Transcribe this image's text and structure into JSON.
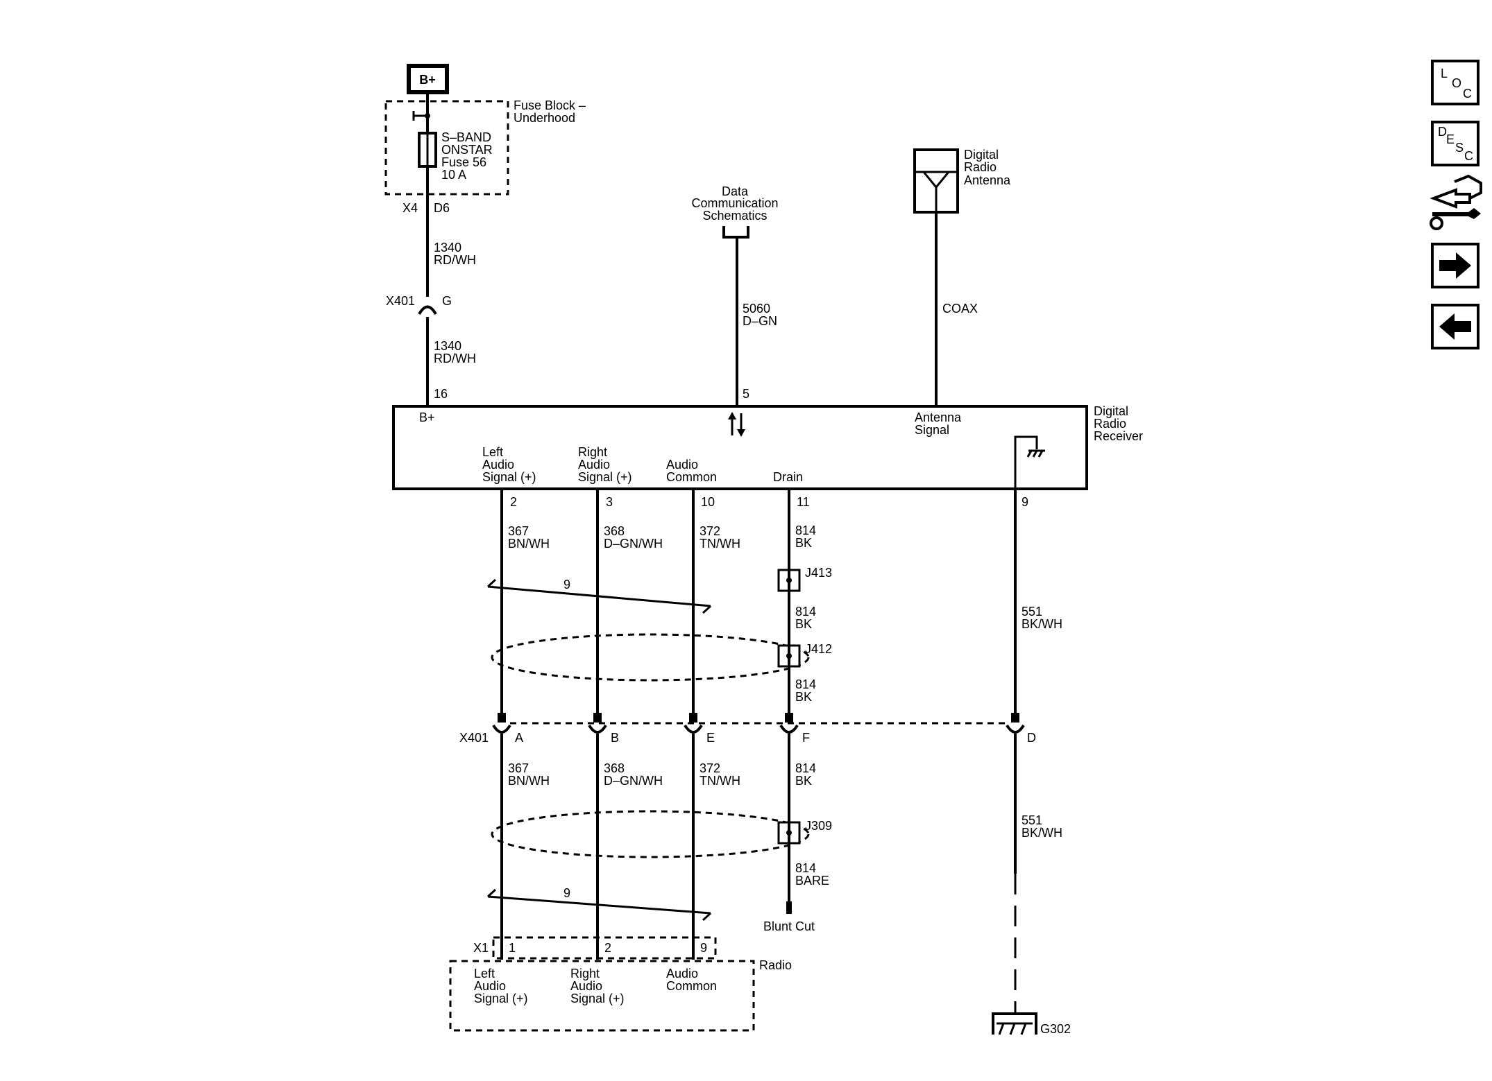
{
  "power_source": "B+",
  "fuse_block": {
    "name_line1": "Fuse Block –",
    "name_line2": "Underhood",
    "fuse_lines": [
      "S–BAND",
      "ONSTAR",
      "Fuse 56",
      "10 A"
    ],
    "conn": "X4",
    "pin": "D6"
  },
  "wire_1340_top": {
    "circuit": "1340",
    "color": "RD/WH"
  },
  "x401_top": {
    "conn": "X401",
    "pin": "G"
  },
  "wire_1340_bot": {
    "circuit": "1340",
    "color": "RD/WH"
  },
  "data_comm": {
    "lines": [
      "Data",
      "Communication",
      "Schematics"
    ],
    "circuit": "5060",
    "color": "D–GN",
    "pin": "5"
  },
  "antenna": {
    "lines": [
      "Digital",
      "Radio",
      "Antenna"
    ],
    "wire": "COAX"
  },
  "receiver": {
    "name_lines": [
      "Digital",
      "Radio",
      "Receiver"
    ],
    "bplus_pin": "16",
    "bplus_label": "B+",
    "antenna_lines": [
      "Antenna",
      "Signal"
    ],
    "left_lines": [
      "Left",
      "Audio",
      "Signal (+)"
    ],
    "right_lines": [
      "Right",
      "Audio",
      "Signal (+)"
    ],
    "common_lines": [
      "Audio",
      "Common"
    ],
    "drain": "Drain",
    "pins": {
      "left": "2",
      "right": "3",
      "common": "10",
      "drain": "11",
      "ground": "9"
    }
  },
  "wires_upper": {
    "left": {
      "circuit": "367",
      "color": "BN/WH"
    },
    "right": {
      "circuit": "368",
      "color": "D–GN/WH"
    },
    "common": {
      "circuit": "372",
      "color": "TN/WH"
    },
    "drain1": {
      "circuit": "814",
      "color": "BK"
    },
    "drain2": {
      "circuit": "814",
      "color": "BK"
    },
    "drain3": {
      "circuit": "814",
      "color": "BK"
    },
    "ground": {
      "circuit": "551",
      "color": "BK/WH"
    }
  },
  "splices": {
    "j413": "J413",
    "j412": "J412",
    "j309": "J309"
  },
  "twist_count": "9",
  "x401_mid": {
    "conn": "X401",
    "pins": [
      "A",
      "B",
      "E",
      "F",
      "D"
    ]
  },
  "wires_lower": {
    "left": {
      "circuit": "367",
      "color": "BN/WH"
    },
    "right": {
      "circuit": "368",
      "color": "D–GN/WH"
    },
    "common": {
      "circuit": "372",
      "color": "TN/WH"
    },
    "drain": {
      "circuit": "814",
      "color": "BK"
    },
    "bare": {
      "circuit": "814",
      "color": "BARE"
    },
    "ground": {
      "circuit": "551",
      "color": "BK/WH"
    }
  },
  "blunt_cut": "Blunt Cut",
  "radio": {
    "name": "Radio",
    "conn": "X1",
    "pins": [
      "1",
      "2",
      "9"
    ],
    "left_lines": [
      "Left",
      "Audio",
      "Signal (+)"
    ],
    "right_lines": [
      "Right",
      "Audio",
      "Signal (+)"
    ],
    "common_lines": [
      "Audio",
      "Common"
    ]
  },
  "ground_point": "G302",
  "nav": {
    "loc": [
      "L",
      "O",
      "C"
    ],
    "desc": [
      "D",
      "E",
      "S",
      "C"
    ]
  }
}
